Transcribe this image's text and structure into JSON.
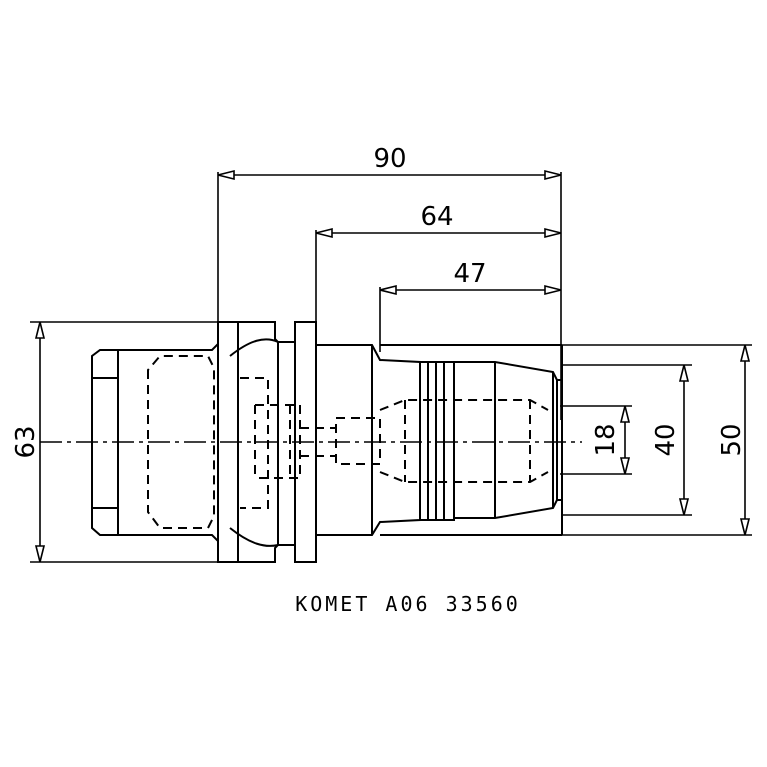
{
  "dimensions": {
    "overall_length": "90",
    "length_64": "64",
    "length_47": "47",
    "shank_diameter": "63",
    "body_diameter": "50",
    "bore_diameter": "40",
    "inner_diameter": "18"
  },
  "caption": "KOMET A06 33560"
}
